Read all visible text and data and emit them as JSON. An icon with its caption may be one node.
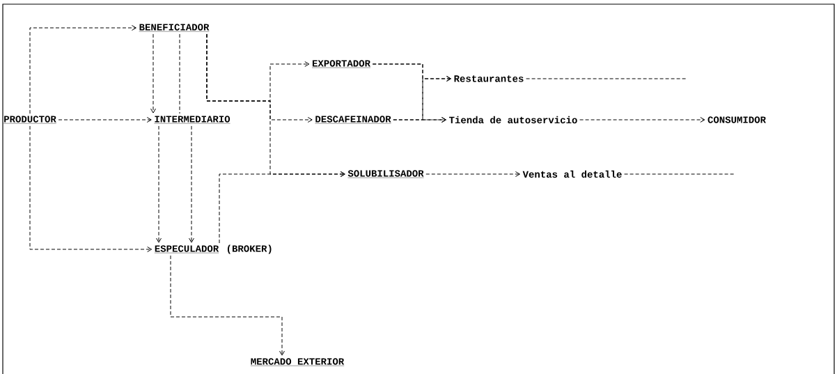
{
  "diagram": {
    "nodes": [
      {
        "text": [
          "BENEFICIADOR"
        ]
      },
      {
        "text": [
          "EXPORTADOR"
        ]
      },
      {
        "text": [
          "Restaurantes"
        ]
      },
      {
        "text": [
          "PRODUCTOR"
        ]
      },
      {
        "text": [
          "INTERMEDIARIO"
        ]
      },
      {
        "text": [
          "DESCAFEINADOR"
        ]
      },
      {
        "text": [
          "Tienda de autoservicio"
        ]
      },
      {
        "text": [
          "CONSUMIDOR"
        ]
      },
      {
        "text": [
          "SOLUBILISADOR"
        ]
      },
      {
        "text": [
          "Ventas al detalle"
        ]
      },
      {
        "text": [
          "ESPECULADOR"
        ],
        "beside": [
          "(BROKER)"
        ]
      },
      {
        "text": [
          "MERCADO EXTERIOR"
        ]
      }
    ],
    "edges": [
      {
        "from": 3,
        "to": 0,
        "arrow": "to"
      },
      {
        "from": 0,
        "to": 4,
        "arrow": "to"
      },
      {
        "from": 0,
        "to": 4,
        "arrow": "none"
      },
      {
        "from": 0,
        "to": 1,
        "arrow": "to"
      },
      {
        "from": 0,
        "to": 5,
        "arrow": "to"
      },
      {
        "from": 0,
        "to": 8,
        "arrow": "to"
      },
      {
        "from": 3,
        "to": 4,
        "arrow": "to"
      },
      {
        "from": 3,
        "to": 10,
        "arrow": "to"
      },
      {
        "from": 4,
        "to": 10,
        "arrow": "to"
      },
      {
        "from": 4,
        "to": 10,
        "arrow": "to"
      },
      {
        "from": 10,
        "to": 8,
        "arrow": "to"
      },
      {
        "from": 10,
        "to": 11,
        "arrow": "to"
      },
      {
        "from": 1,
        "to": 2,
        "arrow": "to"
      },
      {
        "from": 1,
        "to": 6,
        "arrow": "to"
      },
      {
        "from": 5,
        "to": 2,
        "arrow": "to"
      },
      {
        "from": 5,
        "to": 6,
        "arrow": "to"
      },
      {
        "from": 8,
        "to": 9,
        "arrow": "to"
      },
      {
        "from": 2,
        "to": null,
        "arrow": "none"
      },
      {
        "from": 6,
        "to": 7,
        "arrow": "to"
      },
      {
        "from": 9,
        "to": null,
        "arrow": "none"
      }
    ]
  }
}
